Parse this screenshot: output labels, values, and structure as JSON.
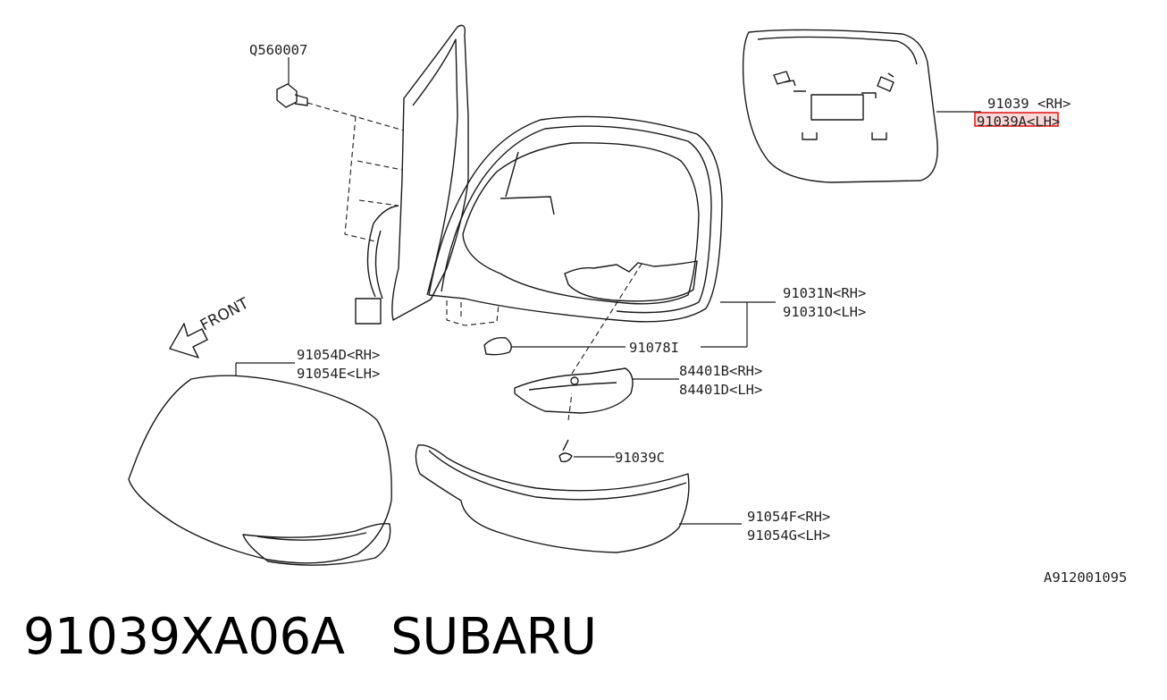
{
  "callouts": {
    "bolt": "Q560007",
    "glass_rh": "91039  <RH>",
    "glass_lh": "91039A<LH>",
    "body_rh": "91031N<RH>",
    "body_lh": "91031O<LH>",
    "pad": "91078I",
    "cover_rh": "91054D<RH>",
    "cover_lh": "91054E<LH>",
    "lamp_rh": "84401B<RH>",
    "lamp_lh": "84401D<LH>",
    "screw": "91039C",
    "garnish_rh": "91054F<RH>",
    "garnish_lh": "91054G<LH>",
    "front": "FRONT"
  },
  "figure_id": "A912001095",
  "caption": "91039XA06A   SUBARU",
  "highlight_color": "#e02020"
}
